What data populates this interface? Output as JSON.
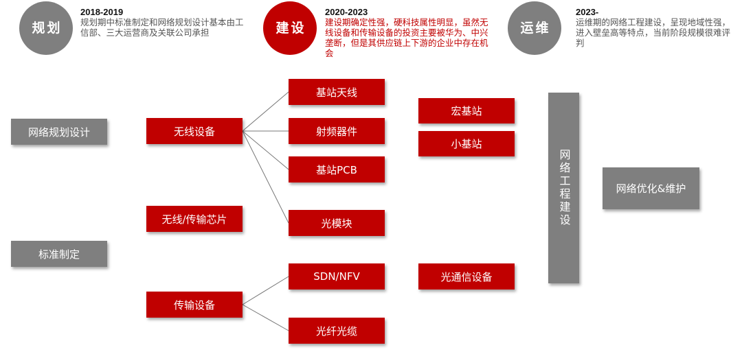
{
  "phases": [
    {
      "badge": [
        "规",
        "划"
      ],
      "year": "2018-2019",
      "text": "规划期中标准制定和网络规划设计基本由工信部、三大运营商及关联公司承担",
      "color": "#7f7f7f"
    },
    {
      "badge": [
        "建",
        "设"
      ],
      "year": "2020-2023",
      "text": "建设期确定性强，硬科技属性明显，虽然无线设备和传输设备的投资主要被华为、中兴垄断，但是其供应链上下游的企业中存在机会",
      "color": "#c00000"
    },
    {
      "badge": [
        "运",
        "维"
      ],
      "year": "2023-",
      "text": "运维期的网络工程建设，呈现地域性强，进入壁垒高等特点，当前阶段规模很难评判",
      "color": "#7f7f7f"
    }
  ],
  "col1": [
    "网络规划设计",
    "标准制定"
  ],
  "col2": [
    "无线设备",
    "无线/传输芯片",
    "传输设备"
  ],
  "col3": [
    "基站天线",
    "射频器件",
    "基站PCB",
    "光模块",
    "SDN/NFV",
    "光纤光缆"
  ],
  "col4": [
    "宏基站",
    "小基站",
    "光通信设备"
  ],
  "engineering": "网络工程建设",
  "maintenance": "网络优化&维护"
}
